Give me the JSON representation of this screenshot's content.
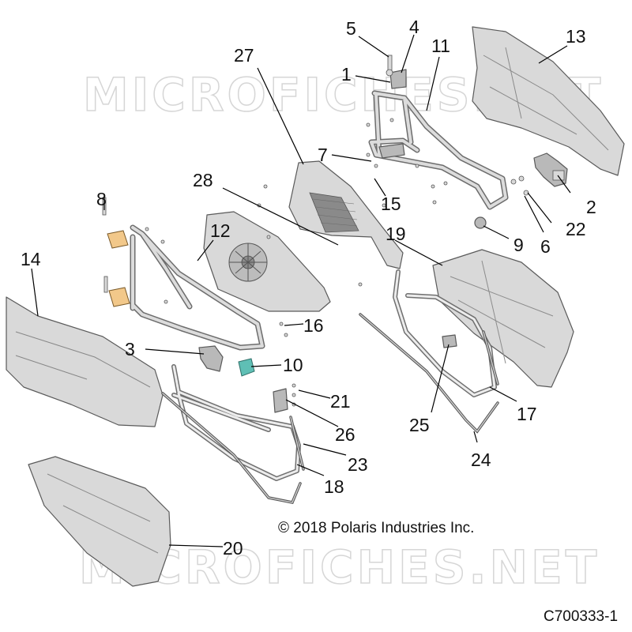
{
  "diagram": {
    "watermark_top": "MICROFICHES.NET",
    "watermark_bottom": "MICROFICHES.NET",
    "copyright": "© 2018 Polaris Industries Inc.",
    "figure_code": "C700333-1",
    "callouts": [
      {
        "id": "c1",
        "label": "1"
      },
      {
        "id": "c2",
        "label": "2"
      },
      {
        "id": "c3",
        "label": "3"
      },
      {
        "id": "c4",
        "label": "4"
      },
      {
        "id": "c5",
        "label": "5"
      },
      {
        "id": "c6",
        "label": "6"
      },
      {
        "id": "c7",
        "label": "7"
      },
      {
        "id": "c8",
        "label": "8"
      },
      {
        "id": "c9",
        "label": "9"
      },
      {
        "id": "c10",
        "label": "10"
      },
      {
        "id": "c11",
        "label": "11"
      },
      {
        "id": "c12",
        "label": "12"
      },
      {
        "id": "c13",
        "label": "13"
      },
      {
        "id": "c14",
        "label": "14"
      },
      {
        "id": "c15",
        "label": "15"
      },
      {
        "id": "c16",
        "label": "16"
      },
      {
        "id": "c17",
        "label": "17"
      },
      {
        "id": "c18",
        "label": "18"
      },
      {
        "id": "c19",
        "label": "19"
      },
      {
        "id": "c20",
        "label": "20"
      },
      {
        "id": "c21",
        "label": "21"
      },
      {
        "id": "c22",
        "label": "22"
      },
      {
        "id": "c23",
        "label": "23"
      },
      {
        "id": "c24",
        "label": "24"
      },
      {
        "id": "c25",
        "label": "25"
      },
      {
        "id": "c26",
        "label": "26"
      },
      {
        "id": "c27",
        "label": "27"
      },
      {
        "id": "c28",
        "label": "28"
      }
    ]
  }
}
